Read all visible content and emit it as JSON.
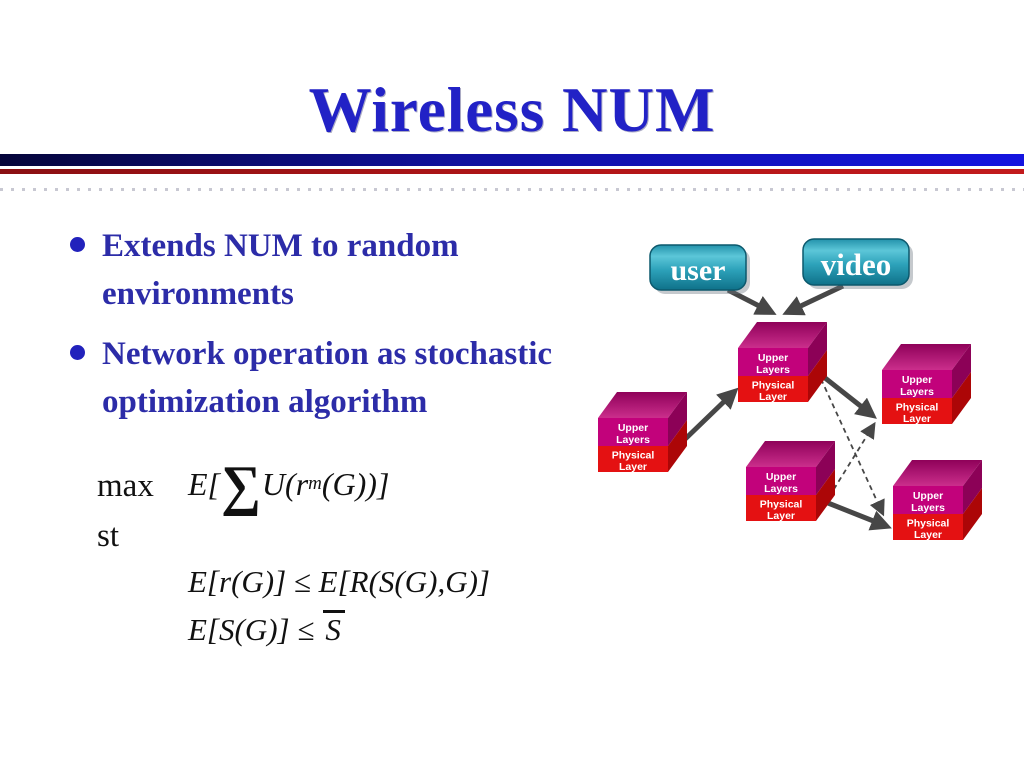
{
  "slide": {
    "title": "Wireless NUM",
    "title_color": "#2222C6",
    "accent_blue": "#1414E0",
    "accent_red": "#B21517",
    "body_text_color": "#2C2CA8"
  },
  "bullets": [
    {
      "text": "Extends NUM to random environments"
    },
    {
      "text": "Network operation as stochastic optimization algorithm"
    }
  ],
  "math": {
    "max_label": "max",
    "st_label": "st",
    "objective": {
      "prefix": "E[",
      "sum": "∑",
      "mid": "U(r",
      "sub": "m",
      "suffix": "(G))]"
    },
    "constraint1": "E[r(G)] ≤ E[R(S(G),G)]",
    "constraint2": {
      "lhs": "E[S(G)] ≤",
      "barred": "S"
    }
  },
  "diagram": {
    "source_labels": [
      {
        "label": "user"
      },
      {
        "label": "video"
      }
    ],
    "cube_label": {
      "upper1": "Upper",
      "upper2": "Layers",
      "phys1": "Physical",
      "phys2": "Layer"
    },
    "colors": {
      "teal": "#2DA2BA",
      "magenta_front": "#C2027B",
      "magenta_side": "#8C0157",
      "red_front": "#E41112",
      "red_side": "#AC0607",
      "arrow": "#474747"
    }
  }
}
